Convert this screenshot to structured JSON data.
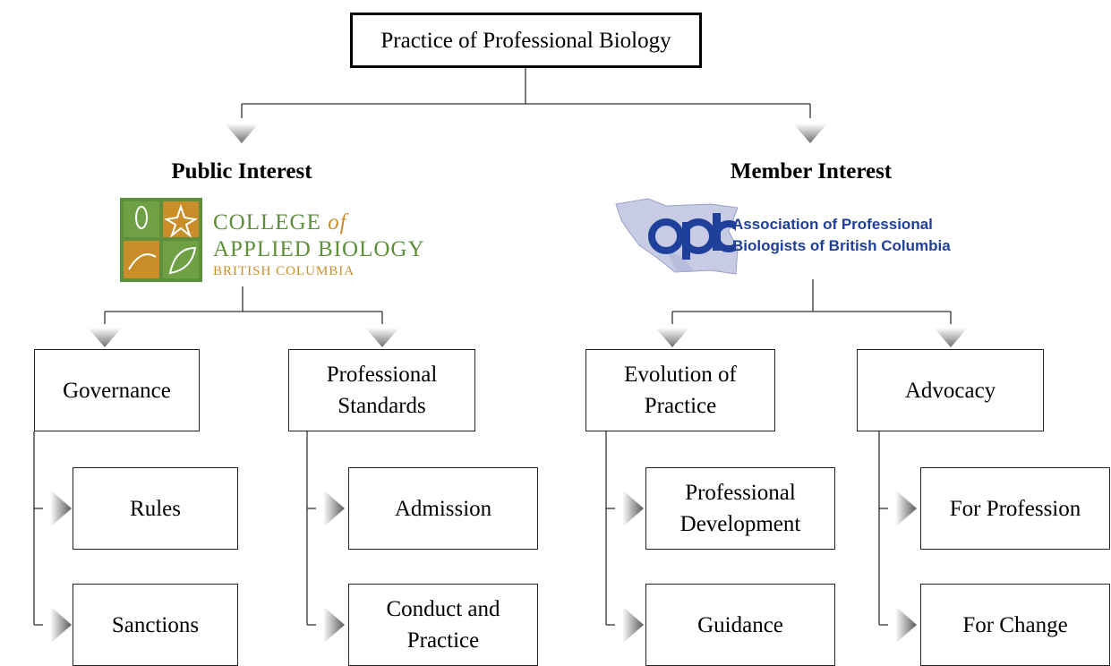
{
  "root": {
    "label": "Practice of Professional Biology"
  },
  "branches": {
    "public": {
      "heading": "Public Interest"
    },
    "member": {
      "heading": "Member Interest"
    }
  },
  "logos": {
    "college": {
      "line1": "COLLEGE",
      "line1_of": "of",
      "line2": "APPLIED BIOLOGY",
      "line3": "BRITISH COLUMBIA"
    },
    "association": {
      "mark": "apb",
      "line1": "Association of Professional",
      "line2": "Biologists of British Columbia"
    }
  },
  "categories": {
    "governance": {
      "label": "Governance",
      "items": [
        "Rules",
        "Sanctions"
      ]
    },
    "standards": {
      "label": "Professional Standards",
      "items": [
        "Admission",
        "Conduct and Practice"
      ]
    },
    "evolution": {
      "label": "Evolution of Practice",
      "items": [
        "Professional Development",
        "Guidance"
      ]
    },
    "advocacy": {
      "label": "Advocacy",
      "items": [
        "For Profession",
        "For Change"
      ]
    }
  },
  "colors": {
    "arrow": "#777777",
    "college_green": "#5e8f3a",
    "college_gold": "#c98e2a",
    "apb_blue": "#1f3f9a"
  }
}
